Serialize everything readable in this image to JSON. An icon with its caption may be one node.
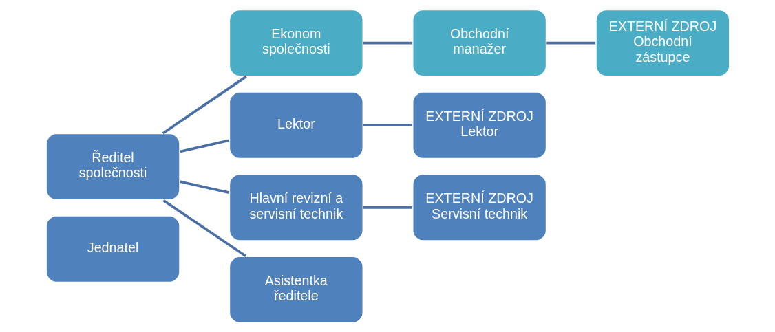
{
  "diagram": {
    "nodes": [
      {
        "text": [
          "Jednatel"
        ]
      },
      {
        "text": [
          "Ředitel společnosti"
        ]
      },
      {
        "text": [
          "Ekonom společnosti"
        ]
      },
      {
        "text": [
          "Obchodní manažer"
        ]
      },
      {
        "text": [
          "EXTERNÍ ZDROJ Obchodní zástupce"
        ]
      },
      {
        "text": [
          "Lektor"
        ]
      },
      {
        "text": [
          "EXTERNÍ ZDROJ Lektor"
        ]
      },
      {
        "text": [
          "Hlavní revizní a servisní technik"
        ]
      },
      {
        "text": [
          "EXTERNÍ ZDROJ Servisní technik"
        ]
      },
      {
        "text": [
          "Asistentka ředitele"
        ]
      }
    ],
    "edges": [
      {
        "from": 1,
        "to": 2,
        "arrow": "none"
      },
      {
        "from": 1,
        "to": 5,
        "arrow": "none"
      },
      {
        "from": 1,
        "to": 7,
        "arrow": "none"
      },
      {
        "from": 1,
        "to": 9,
        "arrow": "none"
      },
      {
        "from": 2,
        "to": 3,
        "arrow": "none"
      },
      {
        "from": 3,
        "to": 4,
        "arrow": "none"
      },
      {
        "from": 5,
        "to": 6,
        "arrow": "none"
      },
      {
        "from": 7,
        "to": 8,
        "arrow": "none"
      }
    ]
  }
}
